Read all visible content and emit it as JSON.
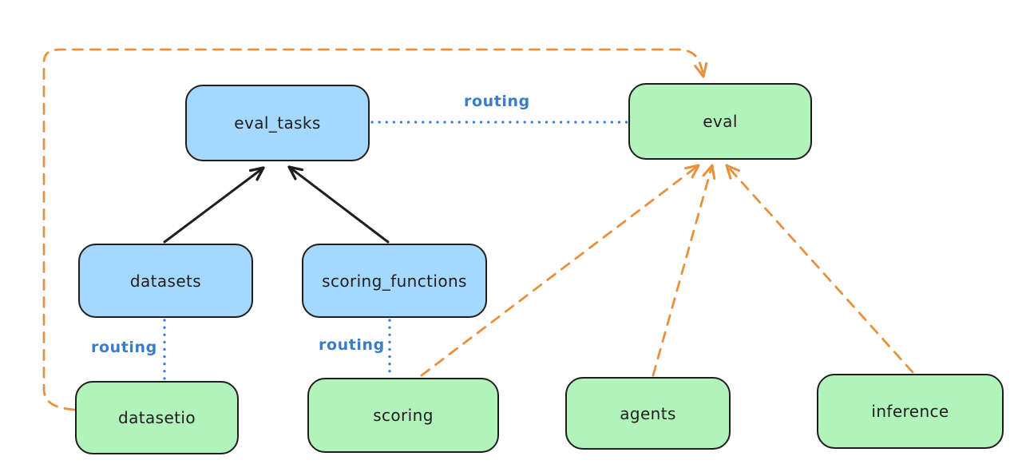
{
  "diagram": {
    "colors": {
      "api_box_fill": "#a5d8ff",
      "provider_box_fill": "#b2f2bb",
      "box_stroke": "#1e1e1e",
      "routing_blue": "#3b7cc9",
      "dependency_orange": "#e8913d",
      "solid_arrow_black": "#1e1e1e",
      "background": "#ffffff"
    },
    "nodes": {
      "eval_tasks": {
        "label": "eval_tasks",
        "fill": "blue"
      },
      "eval": {
        "label": "eval",
        "fill": "green"
      },
      "datasets": {
        "label": "datasets",
        "fill": "blue"
      },
      "scoring_functions": {
        "label": "scoring_functions",
        "fill": "blue"
      },
      "datasetio": {
        "label": "datasetio",
        "fill": "green"
      },
      "scoring": {
        "label": "scoring",
        "fill": "green"
      },
      "agents": {
        "label": "agents",
        "fill": "green"
      },
      "inference": {
        "label": "inference",
        "fill": "green"
      }
    },
    "edge_label": "routing",
    "edges": [
      {
        "from": "datasets",
        "to": "eval_tasks",
        "style": "solid",
        "arrow": true,
        "color": "black",
        "label": ""
      },
      {
        "from": "scoring_functions",
        "to": "eval_tasks",
        "style": "solid",
        "arrow": true,
        "color": "black",
        "label": ""
      },
      {
        "from": "eval_tasks",
        "to": "eval",
        "style": "dotted",
        "arrow": false,
        "color": "blue",
        "label": "routing"
      },
      {
        "from": "datasets",
        "to": "datasetio",
        "style": "dotted",
        "arrow": false,
        "color": "blue",
        "label": "routing"
      },
      {
        "from": "scoring_functions",
        "to": "scoring",
        "style": "dotted",
        "arrow": false,
        "color": "blue",
        "label": "routing"
      },
      {
        "from": "datasetio",
        "to": "eval",
        "style": "dashed",
        "arrow": true,
        "color": "orange",
        "label": ""
      },
      {
        "from": "scoring",
        "to": "eval",
        "style": "dashed",
        "arrow": true,
        "color": "orange",
        "label": ""
      },
      {
        "from": "agents",
        "to": "eval",
        "style": "dashed",
        "arrow": true,
        "color": "orange",
        "label": ""
      },
      {
        "from": "inference",
        "to": "eval",
        "style": "dashed",
        "arrow": true,
        "color": "orange",
        "label": ""
      }
    ]
  }
}
